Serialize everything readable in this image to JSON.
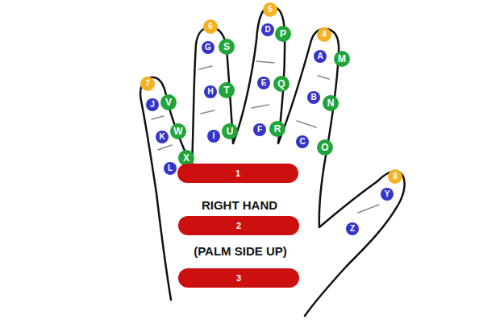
{
  "diagram": {
    "nodes": [
      {
        "text": [
          "7"
        ]
      },
      {
        "text": [
          "6"
        ]
      },
      {
        "text": [
          "5"
        ]
      },
      {
        "text": [
          "4"
        ]
      },
      {
        "text": [
          "8"
        ]
      },
      {
        "text": [
          "J"
        ]
      },
      {
        "text": [
          "V"
        ]
      },
      {
        "text": [
          "K"
        ]
      },
      {
        "text": [
          "W"
        ]
      },
      {
        "text": [
          "L"
        ]
      },
      {
        "text": [
          "X"
        ]
      },
      {
        "text": [
          "G"
        ]
      },
      {
        "text": [
          "S"
        ]
      },
      {
        "text": [
          "H"
        ]
      },
      {
        "text": [
          "T"
        ]
      },
      {
        "text": [
          "I"
        ]
      },
      {
        "text": [
          "U"
        ]
      },
      {
        "text": [
          "D"
        ]
      },
      {
        "text": [
          "P"
        ]
      },
      {
        "text": [
          "E"
        ]
      },
      {
        "text": [
          "Q"
        ]
      },
      {
        "text": [
          "F"
        ]
      },
      {
        "text": [
          "R"
        ]
      },
      {
        "text": [
          "A"
        ]
      },
      {
        "text": [
          "M"
        ]
      },
      {
        "text": [
          "B"
        ]
      },
      {
        "text": [
          "N"
        ]
      },
      {
        "text": [
          "C"
        ]
      },
      {
        "text": [
          "O"
        ]
      },
      {
        "text": [
          "Y"
        ]
      },
      {
        "text": [
          "Z"
        ]
      },
      {
        "text": [
          "1"
        ]
      },
      {
        "text": [
          "2"
        ]
      },
      {
        "text": [
          "3"
        ]
      }
    ],
    "labels": [
      "RIGHT HAND",
      "(PALM SIDE UP)"
    ]
  }
}
